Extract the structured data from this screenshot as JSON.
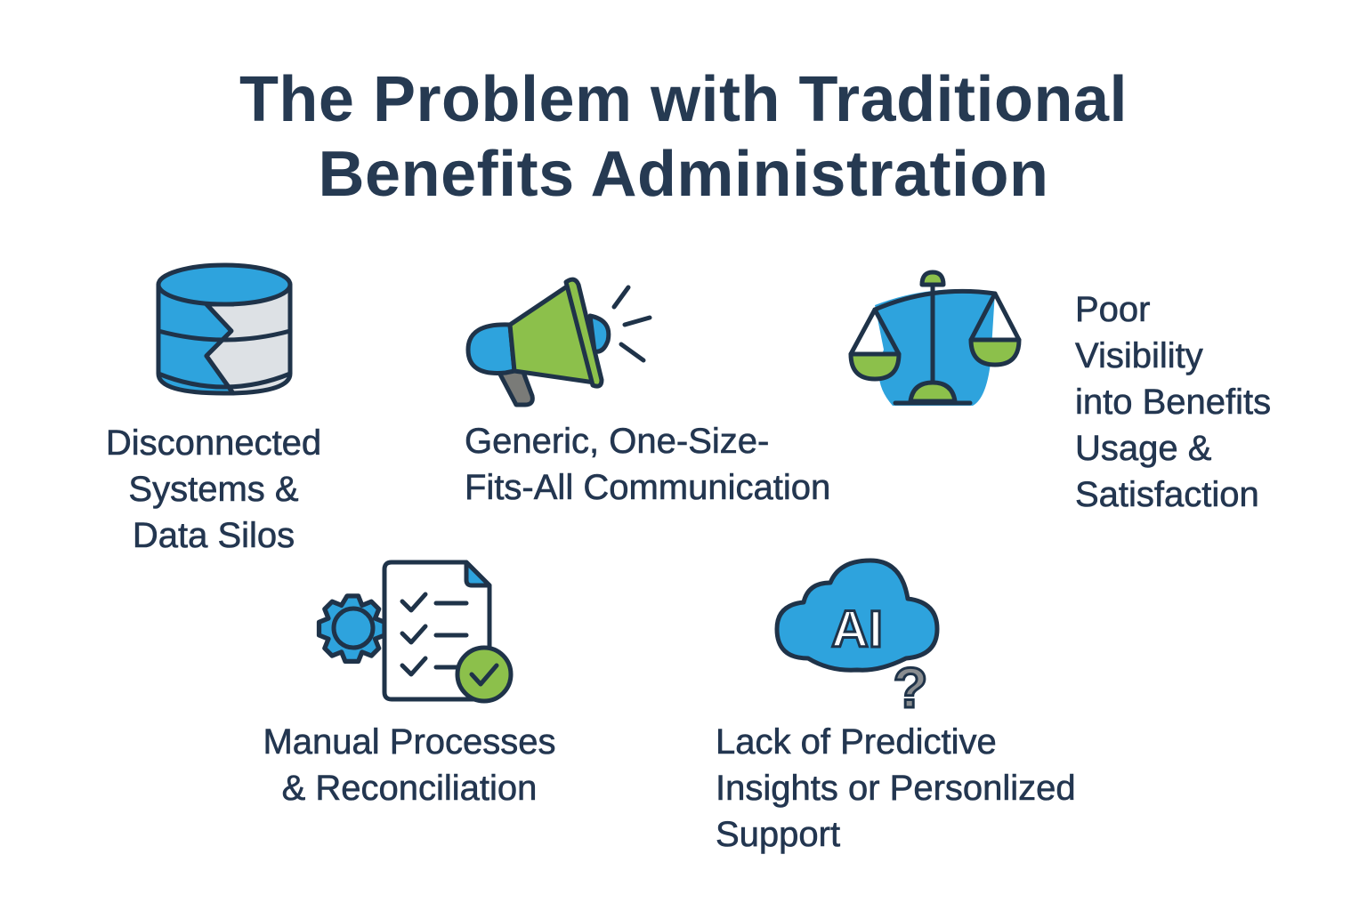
{
  "title": {
    "line1": "The Problem with Traditional",
    "line2": "Benefits Administration"
  },
  "colors": {
    "text": "#263a52",
    "outline": "#1f3349",
    "blue": "#2ea3dd",
    "green": "#8cc04b",
    "gray": "#7a7b78",
    "light_gray": "#dde1e5",
    "background": "#ffffff"
  },
  "items": [
    {
      "icon": "database-split-icon",
      "lines": [
        "Disconnected",
        "Systems &",
        "Data Silos"
      ]
    },
    {
      "icon": "megaphone-icon",
      "lines": [
        "Generic, One-Size-",
        "Fits-All Communication"
      ]
    },
    {
      "icon": "balance-scale-icon",
      "lines": [
        "Poor",
        "Visibility",
        "into Benefits",
        "Usage &",
        "Satisfaction"
      ]
    },
    {
      "icon": "gear-checklist-icon",
      "lines": [
        "Manual Processes",
        "& Reconciliation"
      ]
    },
    {
      "icon": "ai-cloud-question-icon",
      "ai_text": "AI",
      "lines": [
        "Lack of Predictive",
        "Insights or Personlized",
        "Support"
      ]
    }
  ]
}
